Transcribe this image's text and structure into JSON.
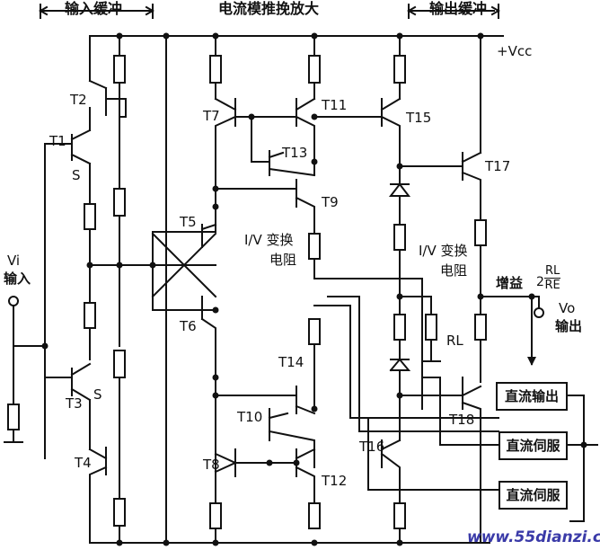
{
  "sections": {
    "input_buffer": "输入缓冲",
    "current_push_pull": "电流模推挽放大",
    "output_buffer": "输出缓冲"
  },
  "supply": "+Vcc",
  "input": {
    "vi": "Vi",
    "label": "输入"
  },
  "output": {
    "vo": "Vo",
    "label": "输出"
  },
  "gain": {
    "label": "增益",
    "coef": "2",
    "num": "RL",
    "den": "RE"
  },
  "transistors": {
    "t1": "T1",
    "t2": "T2",
    "t3": "T3",
    "t4": "T4",
    "t5": "T5",
    "t6": "T6",
    "t7": "T7",
    "t8": "T8",
    "t9": "T9",
    "t10": "T10",
    "t11": "T11",
    "t12": "T12",
    "t13": "T13",
    "t14": "T14",
    "t15": "T15",
    "t16": "T16",
    "t17": "T17",
    "t18": "T18"
  },
  "source_labels": {
    "s1": "S",
    "s3": "S"
  },
  "iv_left": {
    "line1": "I/V 变换",
    "line2": "电阻"
  },
  "iv_right": {
    "line1": "I/V 变换",
    "line2": "电阻"
  },
  "rl": "RL",
  "boxes": {
    "dc_output": "直流输出",
    "dc_servo_1": "直流伺服",
    "dc_servo_2": "直流伺服"
  },
  "watermark": "www.55dianzi.com"
}
